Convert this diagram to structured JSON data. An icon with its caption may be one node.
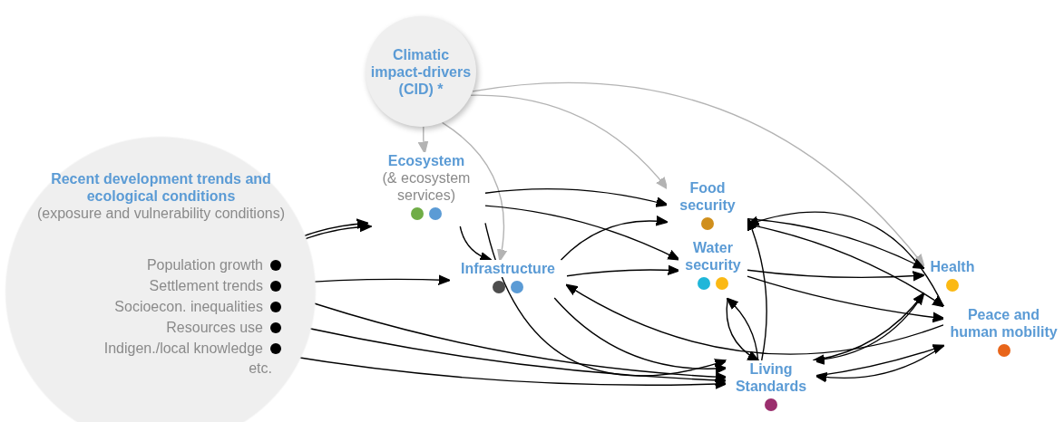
{
  "diagram": {
    "nodes": [
      {
        "text": [
          "Climatic impact-drivers (CID) *"
        ]
      },
      {
        "text": [
          "Recent development trends and ecological conditions",
          "(exposure and vulnerability conditions)"
        ]
      },
      {
        "text": [
          "Population growth"
        ],
        "in": 1
      },
      {
        "text": [
          "Settlement trends"
        ],
        "in": 1
      },
      {
        "text": [
          "Socioecon. inequalities"
        ],
        "in": 1
      },
      {
        "text": [
          "Resources use"
        ],
        "in": 1
      },
      {
        "text": [
          "Indigen./local knowledge"
        ],
        "in": 1
      },
      {
        "text": [
          "Ecosystem",
          "(& ecosystem services)"
        ]
      },
      {
        "text": [
          "Infrastructure"
        ]
      },
      {
        "text": [
          "Food security"
        ]
      },
      {
        "text": [
          "Water security"
        ]
      },
      {
        "text": [
          "Health"
        ]
      },
      {
        "text": [
          "Peace and human mobility"
        ]
      },
      {
        "text": [
          "Living Standards"
        ]
      }
    ],
    "edges": [
      {
        "from": 0,
        "to": 7,
        "arrow": "to",
        "color": "#b3b3b3"
      },
      {
        "from": 0,
        "to": 8,
        "arrow": "to",
        "color": "#b3b3b3"
      },
      {
        "from": 0,
        "to": 9,
        "arrow": "to",
        "color": "#b3b3b3"
      },
      {
        "from": 0,
        "to": 11,
        "arrow": "to",
        "color": "#b3b3b3"
      },
      {
        "from": 2,
        "to": 13,
        "arrow": "to"
      },
      {
        "from": 3,
        "to": 8,
        "arrow": "to"
      },
      {
        "from": 4,
        "to": 13,
        "arrow": "to"
      },
      {
        "from": 5,
        "to": 7,
        "arrow": "to"
      },
      {
        "from": 6,
        "to": 7,
        "arrow": "to"
      },
      {
        "from": 6,
        "to": 13,
        "arrow": "to"
      },
      {
        "from": 7,
        "to": 8,
        "arrow": "to"
      },
      {
        "from": 7,
        "to": 9,
        "arrow": "to"
      },
      {
        "from": 7,
        "to": 10,
        "arrow": "to"
      },
      {
        "from": 7,
        "to": 13,
        "arrow": "to"
      },
      {
        "from": 8,
        "to": 9,
        "arrow": "to"
      },
      {
        "from": 8,
        "to": 10,
        "arrow": "to"
      },
      {
        "from": 8,
        "to": 13,
        "arrow": "to"
      },
      {
        "from": 12,
        "to": 8,
        "arrow": "to"
      },
      {
        "from": 13,
        "to": 9,
        "arrow": "to"
      },
      {
        "from": 13,
        "to": 10,
        "arrow": "to"
      },
      {
        "from": 10,
        "to": 13,
        "arrow": "to"
      },
      {
        "from": 9,
        "to": 11,
        "arrow": "to"
      },
      {
        "from": 9,
        "to": 12,
        "arrow": "to"
      },
      {
        "from": 10,
        "to": 11,
        "arrow": "to"
      },
      {
        "from": 10,
        "to": 12,
        "arrow": "to"
      },
      {
        "from": 12,
        "to": 9,
        "arrow": "to"
      },
      {
        "from": 13,
        "to": 11,
        "arrow": "to"
      },
      {
        "from": 13,
        "to": 12,
        "arrow": "to"
      },
      {
        "from": 11,
        "to": 13,
        "arrow": "to"
      },
      {
        "from": 12,
        "to": 13,
        "arrow": "to"
      }
    ],
    "labels": [
      "etc."
    ]
  }
}
